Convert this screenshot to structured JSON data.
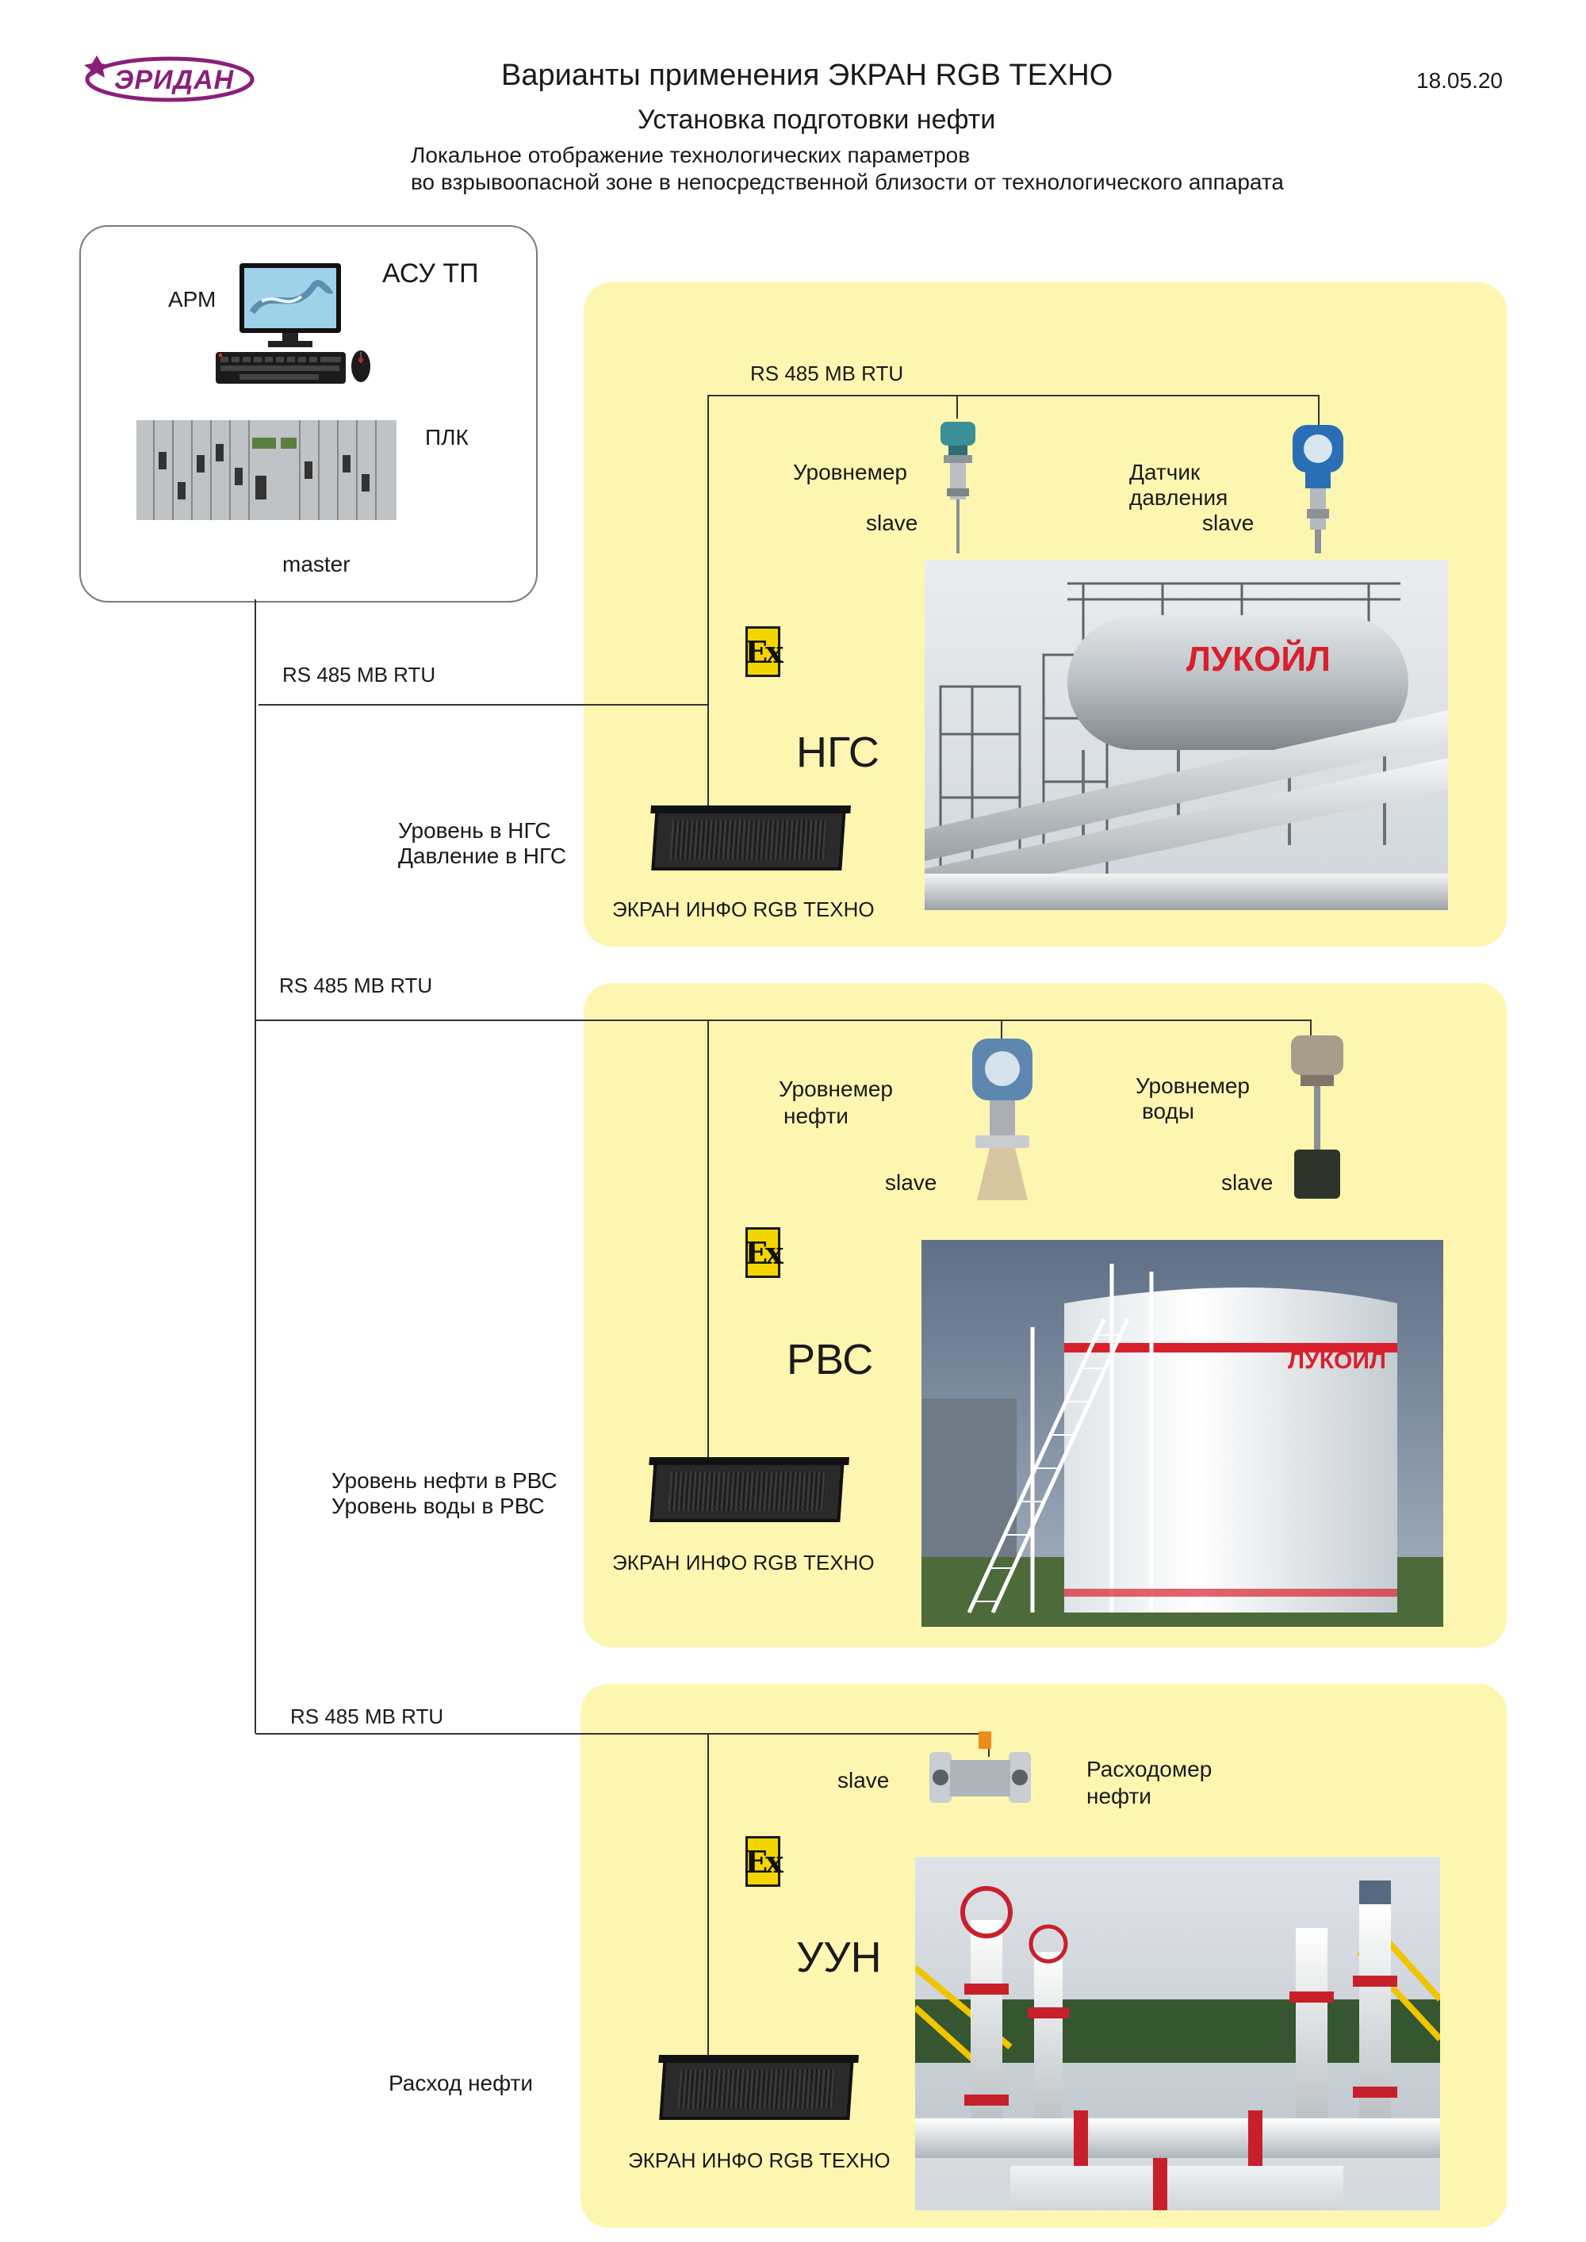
{
  "header": {
    "logo_text": "ЭРИДАН",
    "title": "Варианты применения ЭКРАН RGB ТЕХНО",
    "date": "18.05.20",
    "subtitle": "Установка подготовки нефти",
    "description_line1": "Локальное отображение технологических параметров",
    "description_line2": "во взрывоопасной зоне  в непосредственной близости от технологического аппарата"
  },
  "control": {
    "system_label": "АСУ ТП",
    "workstation_label": "АРМ",
    "plc_label": "ПЛК",
    "master_label": "master"
  },
  "bus_label": "RS 485 MB RTU",
  "ex_mark": "Ex",
  "sections": [
    {
      "name": "НГС",
      "sensor1_label_line1": "Уровнемер",
      "sensor1_slave": "slave",
      "sensor2_label_line1": "Датчик",
      "sensor2_label_line2": "давления",
      "sensor2_slave": "slave",
      "display_line1": "Уровень в НГС",
      "display_line2": "Давление в НГС",
      "screen_label": "ЭКРАН ИНФО RGB ТЕХНО",
      "brand": "ЛУКОЙЛ"
    },
    {
      "name": "РВС",
      "sensor1_label_line1": "Уровнемер",
      "sensor1_label_line2": "нефти",
      "sensor1_slave": "slave",
      "sensor2_label_line1": "Уровнемер",
      "sensor2_label_line2": "воды",
      "sensor2_slave": "slave",
      "display_line1": "Уровень нефти в РВС",
      "display_line2": "Уровень воды  в РВС",
      "screen_label": "ЭКРАН ИНФО RGB ТЕХНО",
      "brand": "ЛУКОЙЛ"
    },
    {
      "name": "УУН",
      "sensor1_slave": "slave",
      "sensor1_label_line1": "Расходомер",
      "sensor1_label_line2": "нефти",
      "display_line1": "Расход нефти",
      "screen_label": "ЭКРАН ИНФО RGB ТЕХНО"
    }
  ],
  "colors": {
    "panel_fill": "#fdf6b1",
    "ex_yellow": "#f3d600",
    "logo_purple": "#8a1f7a",
    "lukoil_red": "#d8202c"
  }
}
